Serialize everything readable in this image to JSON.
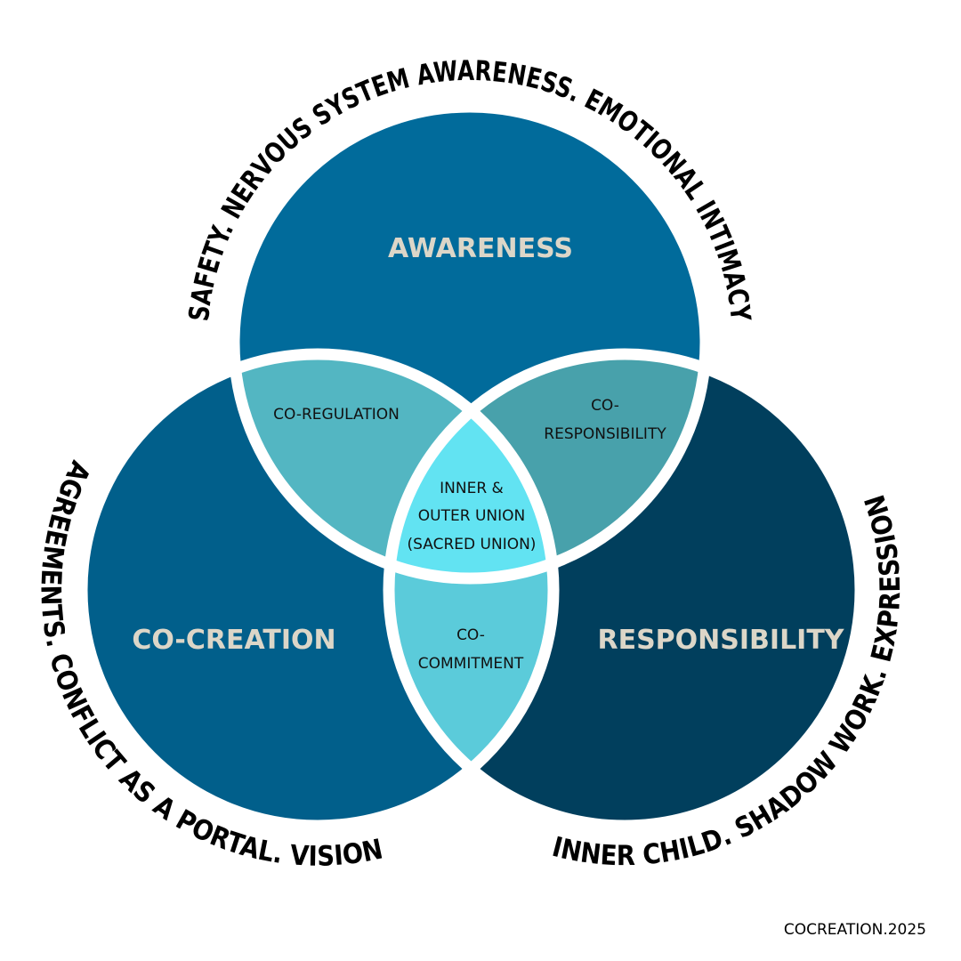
{
  "colors": {
    "awareness": "#016b9b",
    "co_creation": "#015f8b",
    "responsibility": "#013f5d",
    "co_regulation": "#53b6c2",
    "co_responsibility": "#48a1ab",
    "co_commitment": "#5bcbda",
    "center": "#62e3f2"
  },
  "circles": {
    "top": "AWARENESS",
    "left": "CO-CREATION",
    "right": "RESPONSIBILITY"
  },
  "overlaps": {
    "top_left": "CO-REGULATION",
    "top_right": [
      "CO-",
      "RESPONSIBILITY"
    ],
    "left_right": [
      "CO-",
      "COMMITMENT"
    ],
    "center": [
      "INNER &",
      "OUTER UNION",
      "(SACRED UNION)"
    ]
  },
  "arc_texts": {
    "top": "SAFETY. NERVOUS SYSTEM AWARENESS. EMOTIONAL INTIMACY",
    "left": "AGREEMENTS. CONFLICT AS A PORTAL. VISION",
    "right": "INNER CHILD. SHADOW WORK. EXPRESSION"
  },
  "credit": "COCREATION.2025"
}
